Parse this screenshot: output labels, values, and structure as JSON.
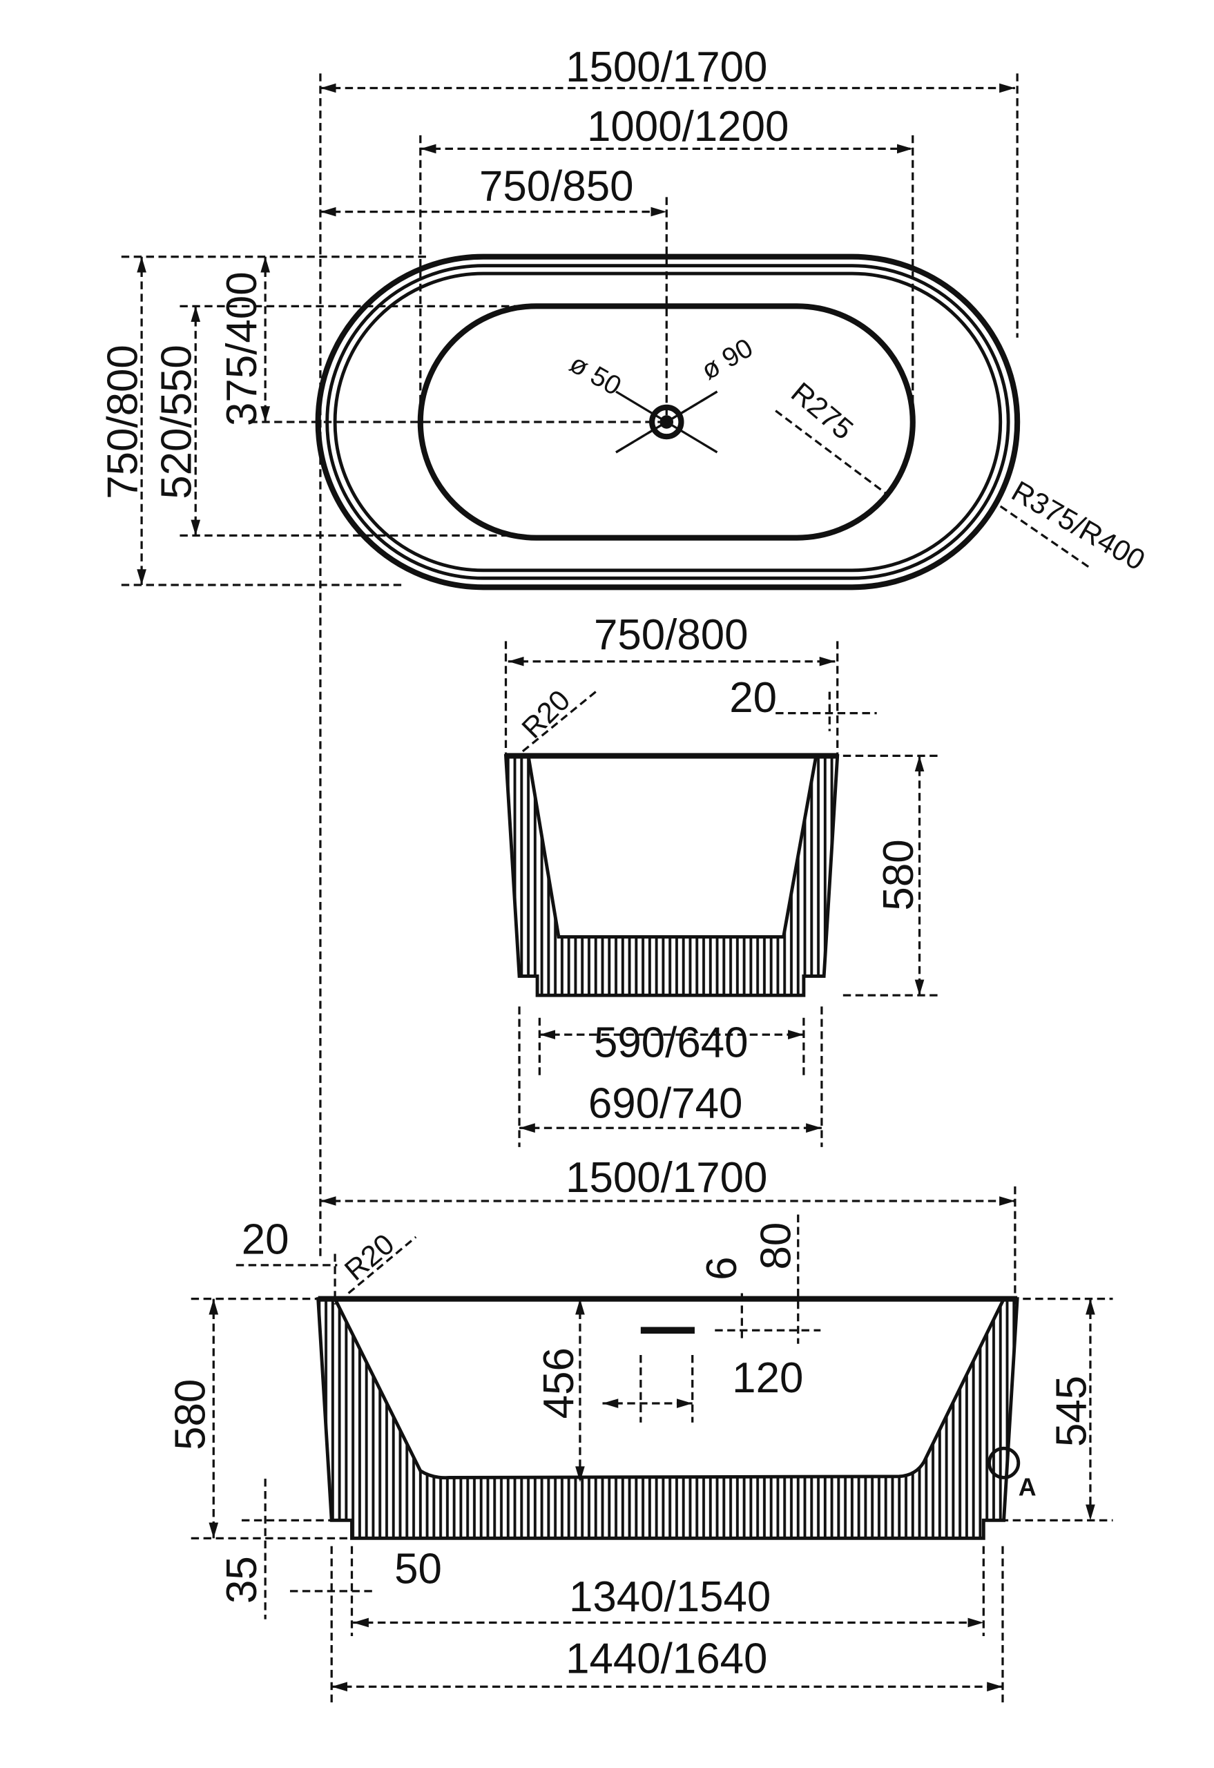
{
  "top_view": {
    "overall_length": "1500/1700",
    "basin_length": "1000/1200",
    "drain_position": "750/850",
    "overall_width": "750/800",
    "basin_width": "520/550",
    "drain_offset": "375/400",
    "drain_diameter": "ø 50",
    "overflow_diameter": "ø 90",
    "basin_radius": "R275",
    "outer_radius": "R375/R400"
  },
  "end_view": {
    "top_width": "750/800",
    "rim_radius": "R20",
    "rim_thickness": "20",
    "height": "580",
    "inner_base_width": "590/640",
    "base_width": "690/740"
  },
  "side_view": {
    "overall_length": "1500/1700",
    "rim_thickness": "20",
    "rim_radius": "R20",
    "overflow_offset_small": "6",
    "overflow_offset": "80",
    "overflow_width": "120",
    "inner_depth": "456",
    "height": "580",
    "water_height": "545",
    "plinth_height": "35",
    "plinth_inset": "50",
    "plinth_length": "1340/1540",
    "base_length": "1440/1640",
    "detail_marker": "A"
  }
}
